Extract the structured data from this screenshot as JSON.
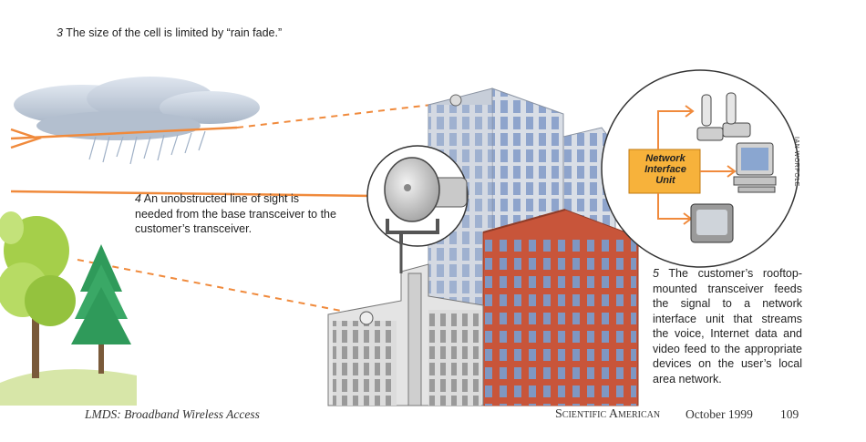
{
  "captions": {
    "c3": {
      "number": "3",
      "text": "The size of the cell is limited by “rain fade.”"
    },
    "c4": {
      "number": "4",
      "text": "An unobstructed line of sight is needed from the base transceiver to the customer’s transceiver."
    },
    "c5": {
      "number": "5",
      "text": "The customer’s rooftop-mounted transceiver feeds the signal to a network interface unit that streams the voice, Internet data and video feed to the appropriate devices on the user’s local area network."
    }
  },
  "diagram": {
    "network_unit_label": "Network Interface Unit",
    "illustrator_credit": "IAN WORPOLE"
  },
  "footer": {
    "article_title": "LMDS: Broadband Wireless Access",
    "magazine": "Scientific American",
    "date": "October 1999",
    "page_number": "109"
  },
  "colors": {
    "beam": "#f08a3c",
    "unit_box": "#f7b23b",
    "glass": "#9fb3d6",
    "brick": "#c8553a",
    "tree_light": "#a5cf4a",
    "tree_dark": "#2f9a5a"
  }
}
